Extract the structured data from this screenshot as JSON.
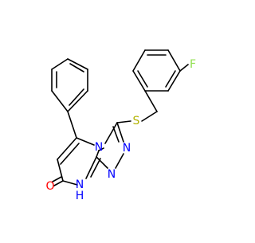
{
  "molecule": {
    "atom_labels": {
      "fluorine": "F",
      "sulfur": "S",
      "n_bridge": "N",
      "n_triazole_upper": "N",
      "n_triazole_lower": "N",
      "nh": "N",
      "nh_h": "H",
      "oxygen": "O"
    },
    "colors": {
      "bond": "#000000",
      "fluorine": "#90e050",
      "sulfur": "#b2b200",
      "nitrogen": "#0000ff",
      "oxygen": "#ff0000"
    }
  }
}
